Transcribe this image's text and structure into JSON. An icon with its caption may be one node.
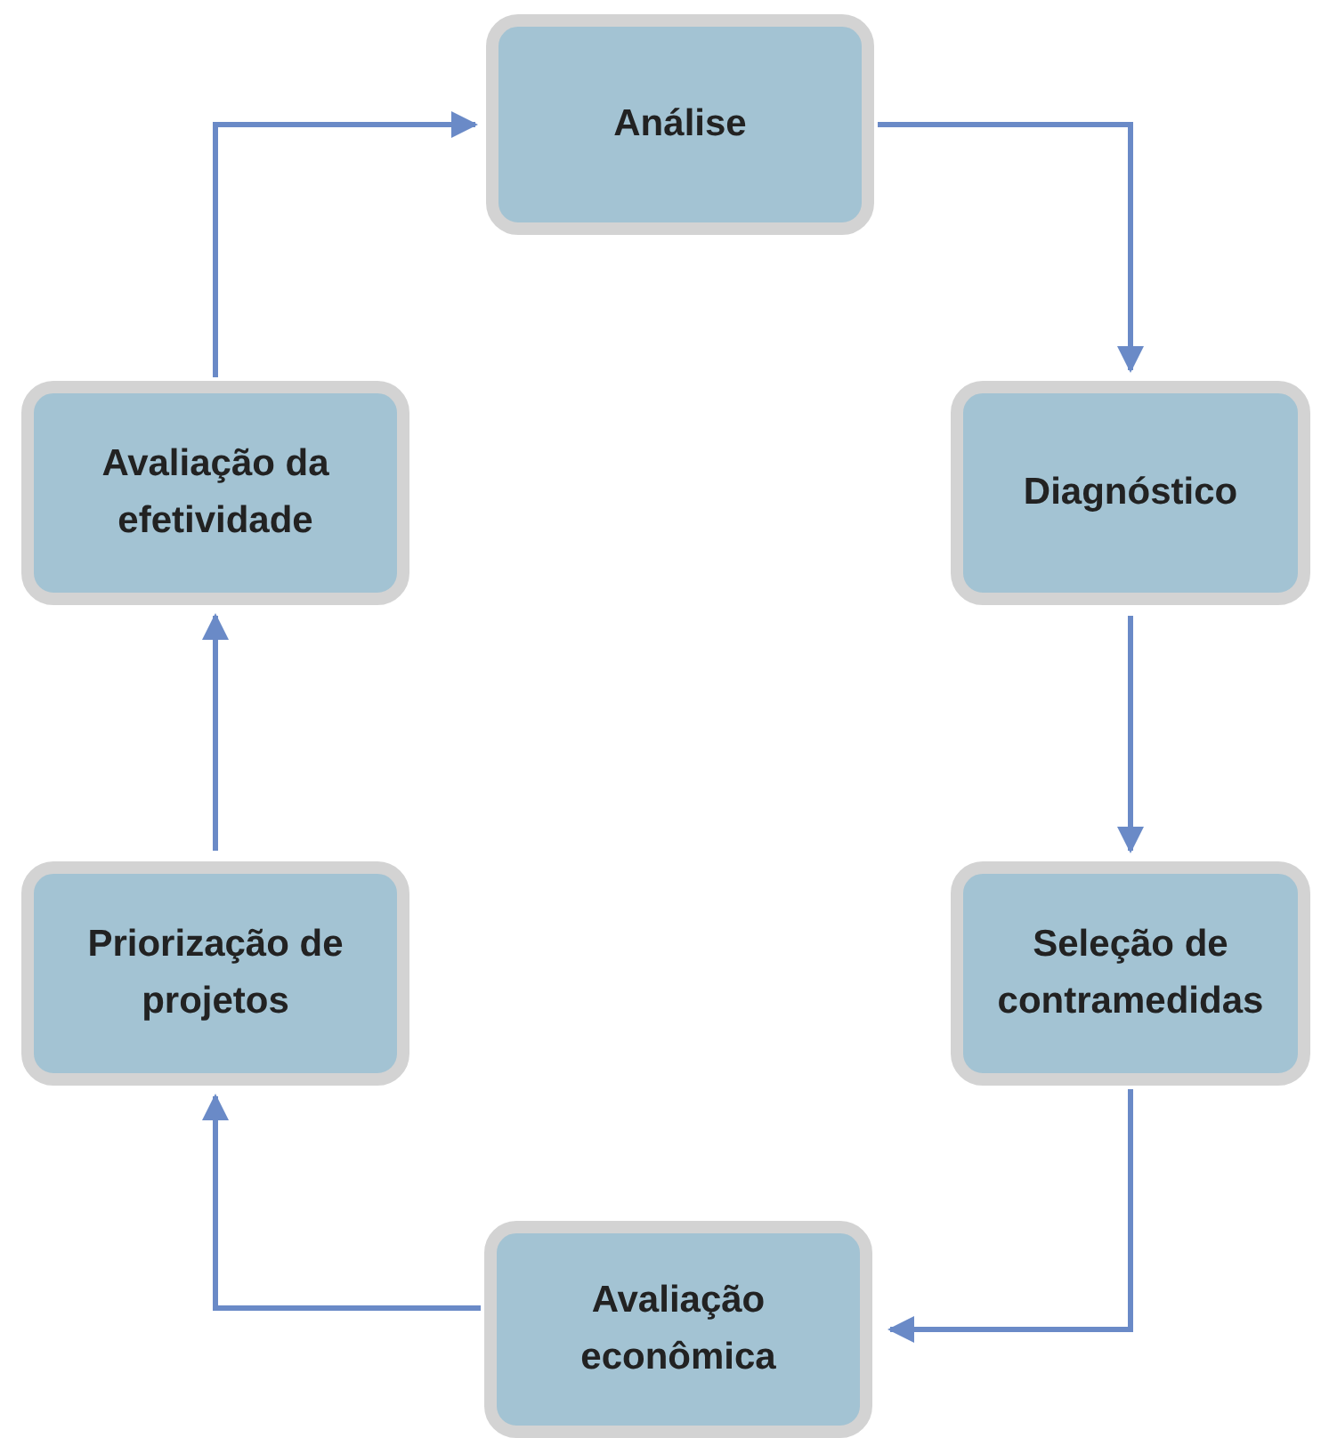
{
  "diagram": {
    "nodes": [
      {
        "text": [
          "Análise"
        ]
      },
      {
        "text": [
          "Diagnóstico"
        ]
      },
      {
        "text": [
          "Seleção de contramedidas"
        ]
      },
      {
        "text": [
          "Avaliação econômica"
        ]
      },
      {
        "text": [
          "Priorização de projetos"
        ]
      },
      {
        "text": [
          "Avaliação da efetividade"
        ]
      }
    ],
    "edges": [
      {
        "from": 0,
        "to": 1,
        "arrow": "to"
      },
      {
        "from": 1,
        "to": 2,
        "arrow": "to"
      },
      {
        "from": 2,
        "to": 3,
        "arrow": "to"
      },
      {
        "from": 3,
        "to": 4,
        "arrow": "to"
      },
      {
        "from": 4,
        "to": 5,
        "arrow": "to"
      },
      {
        "from": 5,
        "to": 0,
        "arrow": "to"
      }
    ]
  }
}
